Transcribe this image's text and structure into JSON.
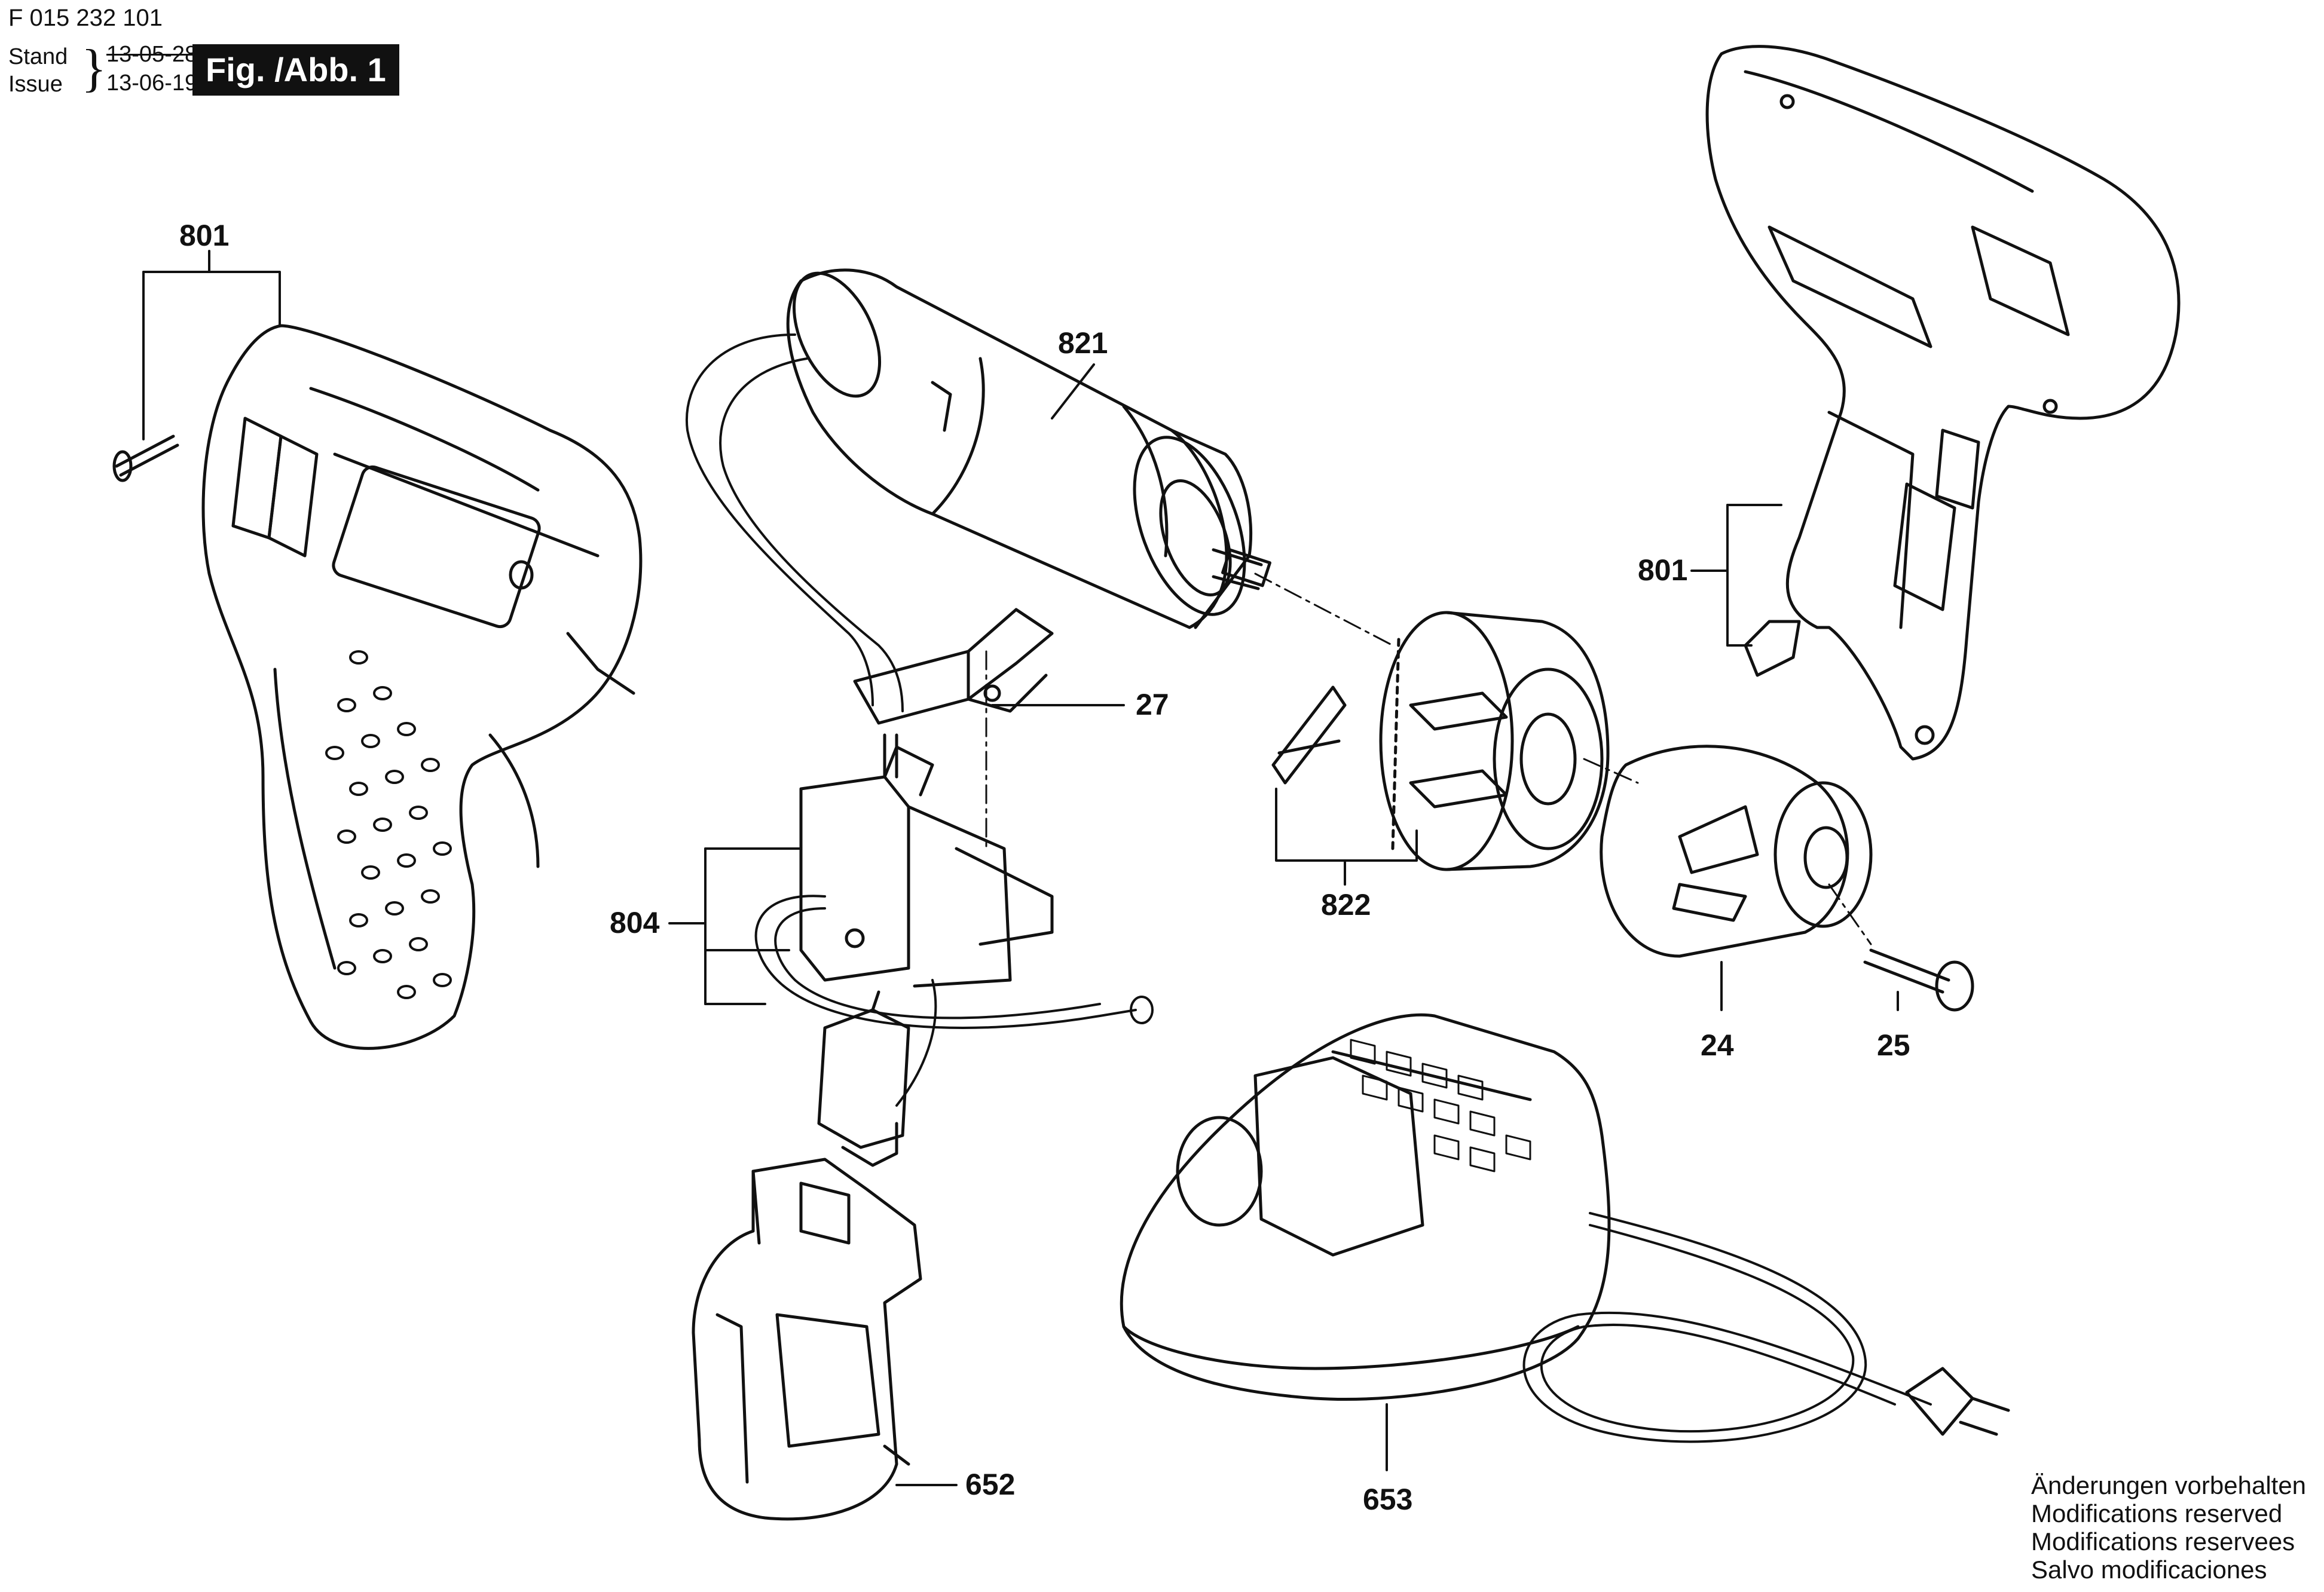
{
  "header": {
    "doc_number": "F 015 232 101",
    "stand_label": "Stand",
    "issue_label": "Issue",
    "brace": "}",
    "stand_date": "13-05-28",
    "issue_date": "13-06-19",
    "figure_badge": "Fig. /Abb. 1"
  },
  "parts": {
    "housing_left": "801",
    "housing_right": "801",
    "motor": "821",
    "bracket": "27",
    "switch": "804",
    "gear": "822",
    "chuck": "24",
    "chuck_screw": "25",
    "battery": "652",
    "charger": "653"
  },
  "notes": [
    "Änderungen vorbehalten",
    "Modifications reserved",
    "Modifications reservees",
    "Salvo modificaciones"
  ],
  "colors": {
    "line": "#111111",
    "background": "#ffffff",
    "badge": "#111111"
  }
}
